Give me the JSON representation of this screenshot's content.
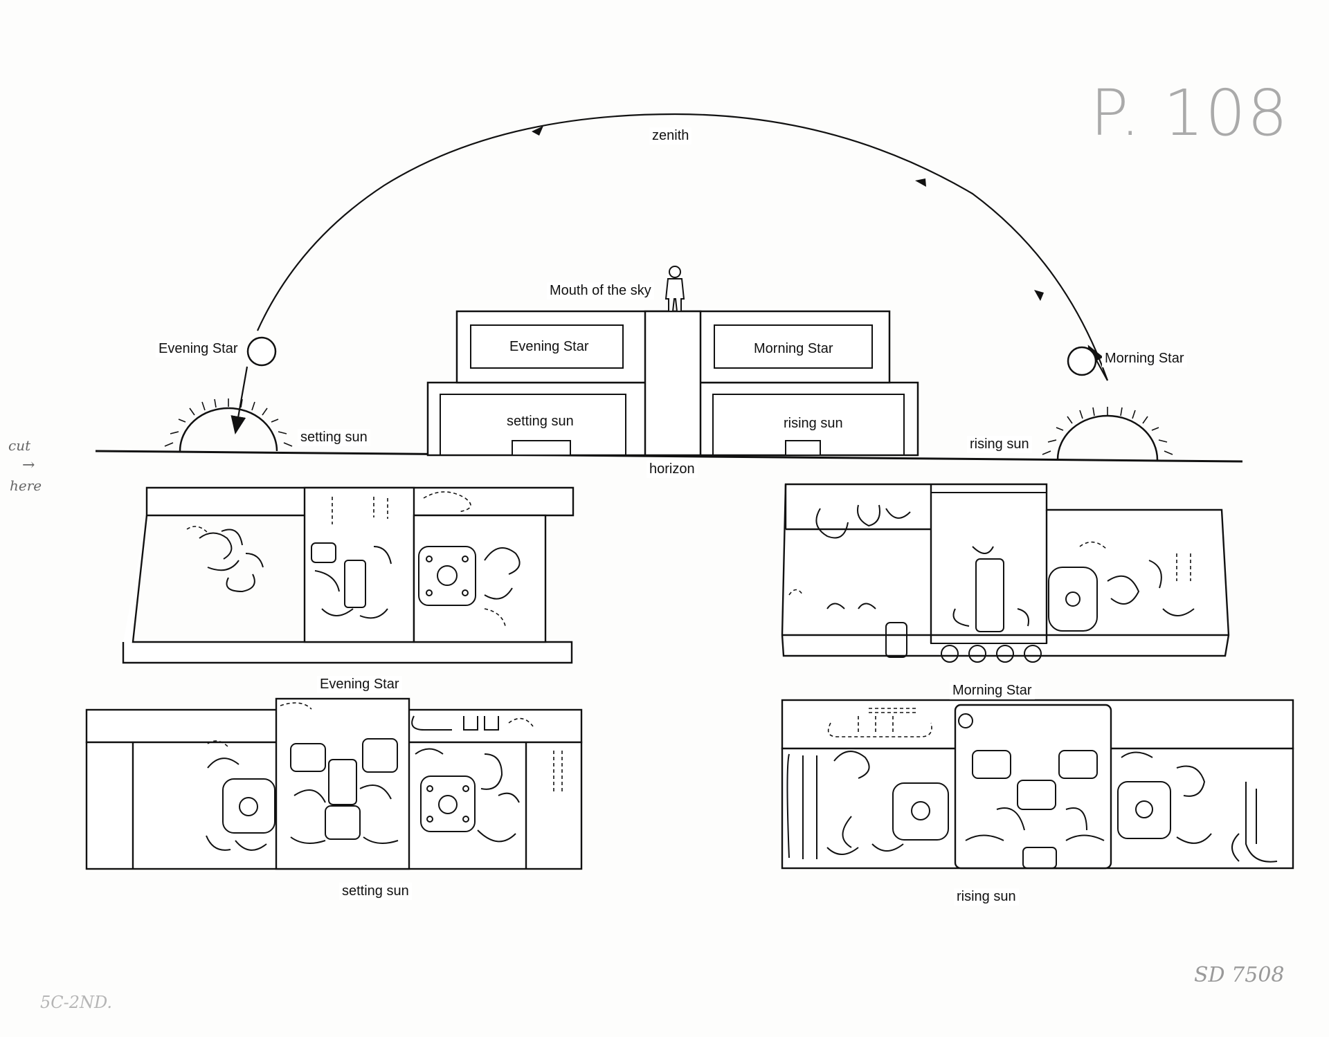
{
  "sky": {
    "zenith": "zenith",
    "mouth_of_sky": "Mouth of the sky",
    "evening_star": "Evening Star",
    "morning_star": "Morning Star",
    "setting_sun": "setting sun",
    "rising_sun": "rising sun",
    "horizon": "horizon"
  },
  "building": {
    "upper_left": "Evening Star",
    "upper_right": "Morning Star",
    "lower_left": "setting sun",
    "lower_right": "rising sun"
  },
  "friezes": {
    "top_left_caption": "Evening Star",
    "top_right_caption": "Morning Star",
    "bottom_left_caption": "setting sun",
    "bottom_right_caption": "rising sun"
  },
  "annotations": {
    "page_number": "P. 108",
    "cut_note_line1": "cut",
    "cut_note_arrow": "→",
    "cut_note_line2": "here",
    "catalog_number": "SD 7508",
    "plate_note": "5C-2ND."
  }
}
